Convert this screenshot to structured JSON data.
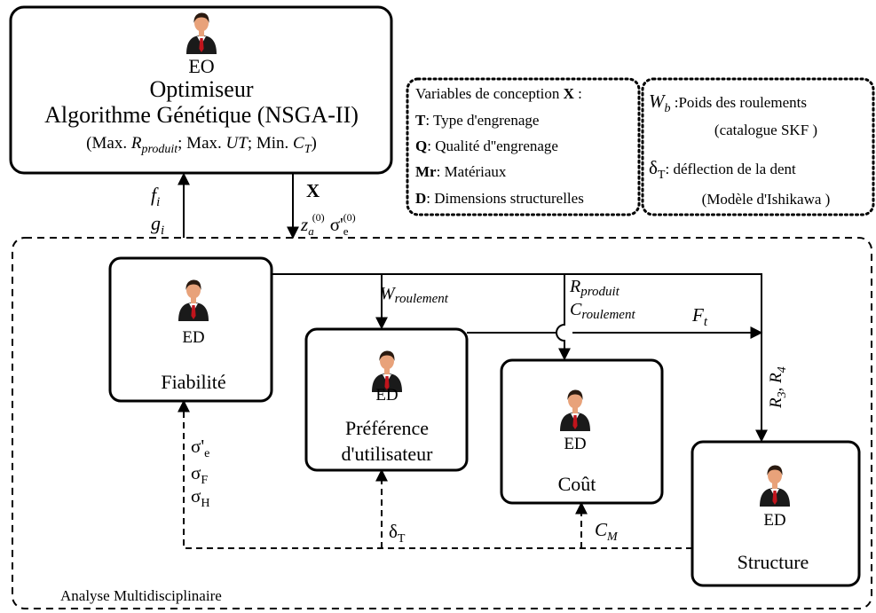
{
  "optimizer": {
    "role": "EO",
    "title": "Optimiseur",
    "algorithm": "Algorithme Génétique (NSGA-II)",
    "obj_max1": "Max. ",
    "obj_r": "R",
    "obj_r_sub": "produit",
    "obj_sep1": "; Max. ",
    "obj_ut": "UT",
    "obj_sep2": "; Min. ",
    "obj_c": "C",
    "obj_c_sub": "T",
    "obj_close": ")",
    "obj_open": "("
  },
  "variables_box": {
    "header": "Variables de conception ",
    "header_bold": "X",
    "header_colon": " :",
    "items": [
      {
        "key": "T",
        "text": ": Type d'engrenage"
      },
      {
        "key": "Q",
        "text": ": Qualité d''engrenage"
      },
      {
        "key": "Mr",
        "text": ": Matériaux"
      },
      {
        "key": "D",
        "text": ": Dimensions structurelles"
      }
    ]
  },
  "bearings_box": {
    "w": "W",
    "w_sub": "b",
    "w_text": " :Poids des roulements",
    "catalog": "(catalogue SKF )",
    "delta": "δ",
    "delta_sub": "T",
    "delta_text": ": déflection de la dent",
    "model": "(Modèle d'Ishikawa )"
  },
  "signals": {
    "f": "f",
    "f_sub": "i",
    "g": "g",
    "g_sub": "i",
    "x": "X",
    "za": "z",
    "za_sub": "a",
    "za_sup": "(0)",
    "sig": "σ'",
    "sig_sub": "e",
    "sig_sup": "(0)",
    "w_roul": "W",
    "w_roul_sub": "roulement",
    "r_prod": "R",
    "r_prod_sub": "produit",
    "c_roul": "C",
    "c_roul_sub": "roulement",
    "ft": "F",
    "ft_sub": "t",
    "r34": "R",
    "r34_sub1": "3",
    "r34_mid": ", R",
    "r34_sub2": "4",
    "sig_e": "σ'",
    "sig_e_sub": "e",
    "sig_f": "σ",
    "sig_f_sub": "F",
    "sig_h": "σ",
    "sig_h_sub": "H",
    "delta_t": "δ",
    "delta_t_sub": "T",
    "cm": "C",
    "cm_sub": "M"
  },
  "disciplines": {
    "reliability": {
      "role": "ED",
      "name": "Fiabilité"
    },
    "preference": {
      "role": "ED",
      "name_line1": "Préférence",
      "name_line2": "d'utilisateur"
    },
    "cost": {
      "role": "ED",
      "name": "Coût"
    },
    "structure": {
      "role": "ED",
      "name": "Structure"
    }
  },
  "mda_label": "Analyse Multidisciplinaire",
  "icon": "person-icon",
  "colors": {
    "skin": "#e8a27a",
    "hair": "#2a1a10",
    "suit": "#1a1a1a",
    "tie": "#c0141c",
    "shirt": "#ffffff"
  }
}
